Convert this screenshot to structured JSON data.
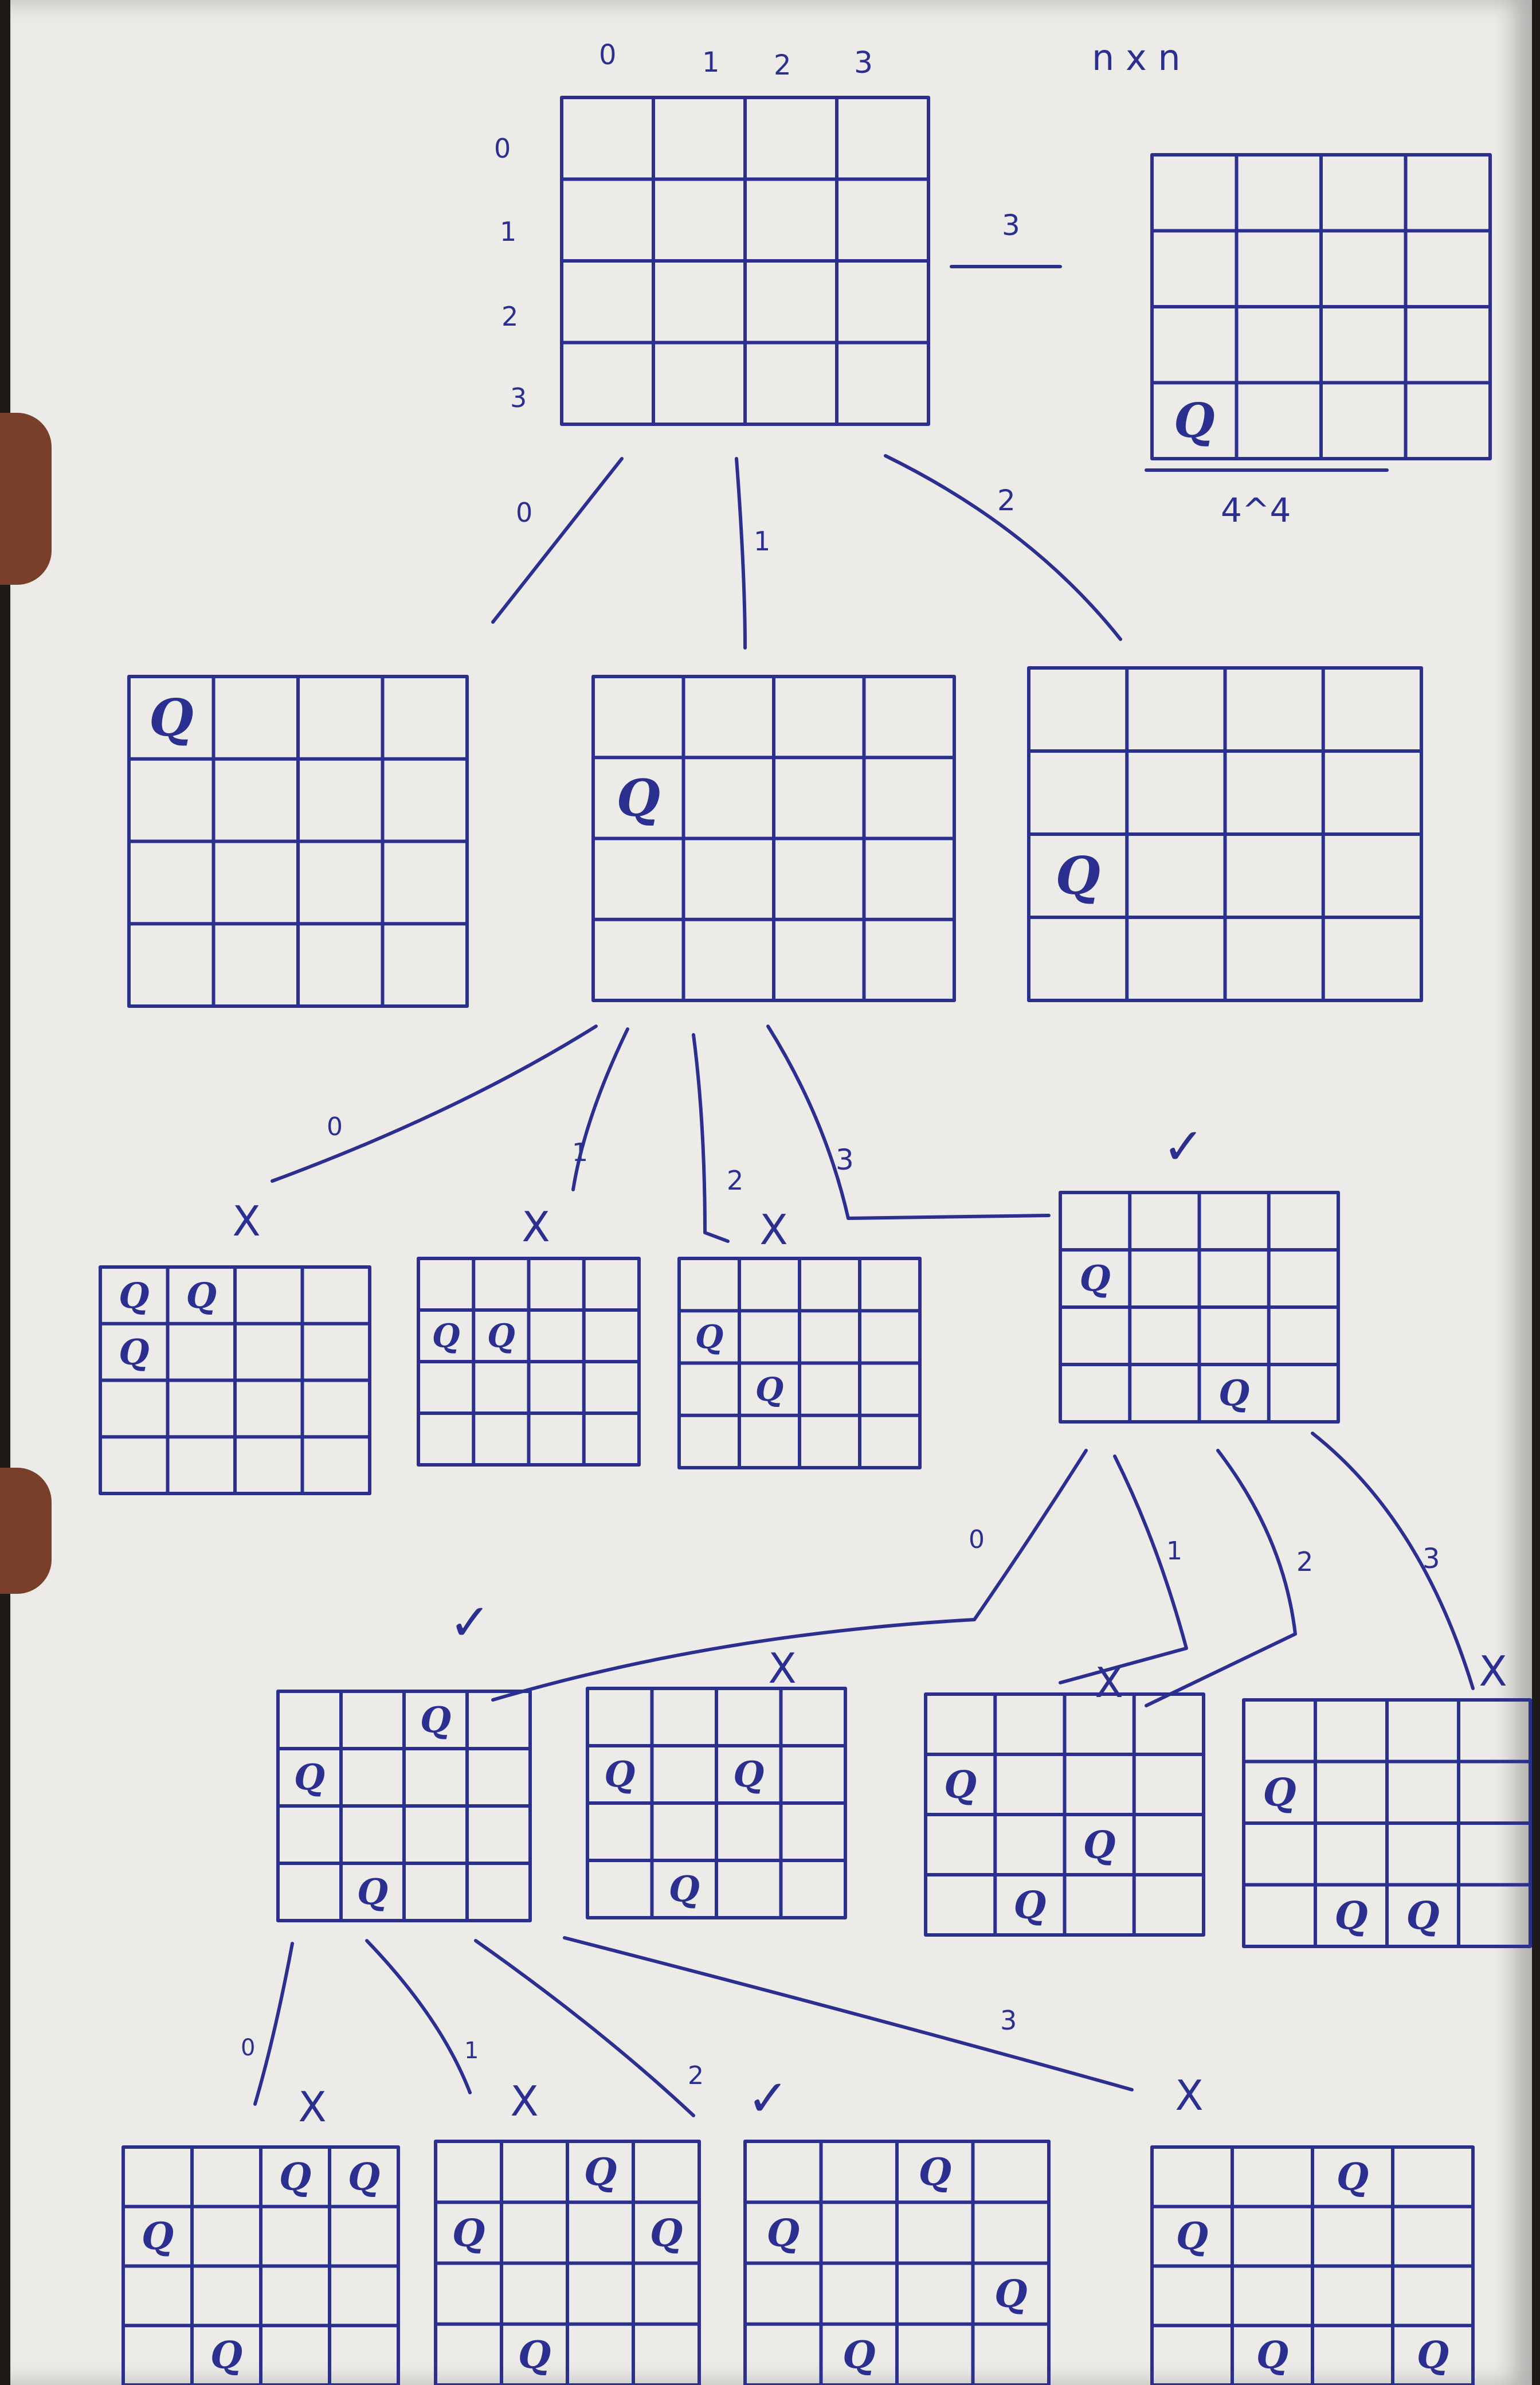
{
  "texts": {
    "size_label": "n x n",
    "four_pow": "4^4",
    "col_nums": [
      "0",
      "1",
      "2",
      "3"
    ],
    "row_nums": [
      "0",
      "1",
      "2",
      "3"
    ],
    "side_num": "3",
    "queen": "Q",
    "zero_q": "0"
  },
  "edge_labels": {
    "top": [
      "0",
      "1",
      "2"
    ],
    "level1": [
      "0",
      "1",
      "2",
      "3"
    ],
    "level2": [
      "0",
      "1",
      "2",
      "3"
    ],
    "level3": [
      "0",
      "1",
      "2",
      "3"
    ]
  },
  "marks": {
    "cross": "X",
    "check": "✓"
  },
  "boards": [
    {
      "id": "root",
      "queens": []
    },
    {
      "id": "side",
      "queens": [
        [
          3,
          0
        ]
      ]
    },
    {
      "id": "l1a",
      "queens": [
        [
          0,
          0
        ]
      ]
    },
    {
      "id": "l1b",
      "queens": [
        [
          1,
          0
        ]
      ]
    },
    {
      "id": "l1c",
      "queens": [
        [
          2,
          0
        ]
      ]
    },
    {
      "id": "l2a",
      "queens": [
        [
          0,
          0
        ],
        [
          0,
          1
        ],
        [
          1,
          0
        ]
      ],
      "status": "X"
    },
    {
      "id": "l2b",
      "queens": [
        [
          1,
          0
        ],
        [
          1,
          1
        ]
      ],
      "status": "X"
    },
    {
      "id": "l2c",
      "queens": [
        [
          1,
          0
        ],
        [
          2,
          1
        ]
      ],
      "status": "X"
    },
    {
      "id": "l2d",
      "queens": [
        [
          1,
          0
        ],
        [
          3,
          2
        ]
      ],
      "status": "✓"
    },
    {
      "id": "l3a",
      "queens": [
        [
          0,
          2
        ],
        [
          1,
          0
        ],
        [
          3,
          1
        ]
      ],
      "status": "✓"
    },
    {
      "id": "l3b",
      "queens": [
        [
          1,
          0
        ],
        [
          1,
          2
        ],
        [
          3,
          1
        ]
      ],
      "status": "X"
    },
    {
      "id": "l3c",
      "queens": [
        [
          1,
          0
        ],
        [
          2,
          2
        ],
        [
          3,
          1
        ]
      ],
      "status": "X"
    },
    {
      "id": "l3d",
      "queens": [
        [
          1,
          0
        ],
        [
          3,
          1
        ],
        [
          3,
          2
        ]
      ],
      "status": "X"
    },
    {
      "id": "l4a",
      "queens": [
        [
          0,
          2
        ],
        [
          0,
          3
        ],
        [
          1,
          0
        ],
        [
          3,
          1
        ]
      ],
      "status": "X"
    },
    {
      "id": "l4b",
      "queens": [
        [
          0,
          2
        ],
        [
          1,
          0
        ],
        [
          1,
          3
        ],
        [
          3,
          1
        ]
      ],
      "status": "X"
    },
    {
      "id": "l4c",
      "queens": [
        [
          0,
          2
        ],
        [
          1,
          0
        ],
        [
          2,
          3
        ],
        [
          3,
          1
        ]
      ],
      "status": "✓"
    },
    {
      "id": "l4d",
      "queens": [
        [
          0,
          2
        ],
        [
          1,
          0
        ],
        [
          3,
          1
        ],
        [
          3,
          3
        ]
      ],
      "status": "X"
    }
  ]
}
